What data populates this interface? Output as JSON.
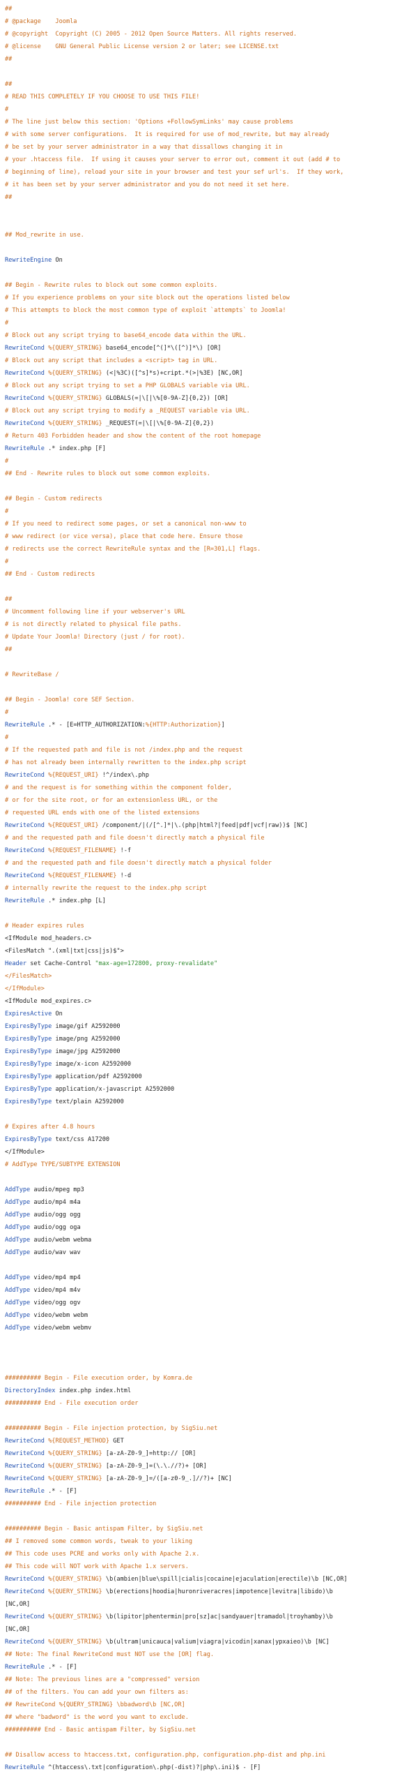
{
  "colors": {
    "comment": "#c96a1a",
    "keyword": "#1f4fb0",
    "string": "#2f8a2f",
    "text": "#222222",
    "background": "#ffffff"
  },
  "lines": [
    [
      {
        "t": "c",
        "v": "##"
      }
    ],
    [
      {
        "t": "c",
        "v": "# @package    Joomla"
      }
    ],
    [
      {
        "t": "c",
        "v": "# @copyright  Copyright (C) 2005 - 2012 Open Source Matters. All rights reserved."
      }
    ],
    [
      {
        "t": "c",
        "v": "# @license    GNU General Public License version 2 or later; see LICENSE.txt"
      }
    ],
    [
      {
        "t": "c",
        "v": "##"
      }
    ],
    [],
    [
      {
        "t": "c",
        "v": "##"
      }
    ],
    [
      {
        "t": "c",
        "v": "# READ THIS COMPLETELY IF YOU CHOOSE TO USE THIS FILE!"
      }
    ],
    [
      {
        "t": "c",
        "v": "#"
      }
    ],
    [
      {
        "t": "c",
        "v": "# The line just below this section: 'Options +FollowSymLinks' may cause problems"
      }
    ],
    [
      {
        "t": "c",
        "v": "# with some server configurations.  It is required for use of mod_rewrite, but may already"
      }
    ],
    [
      {
        "t": "c",
        "v": "# be set by your server administrator in a way that dissallows changing it in"
      }
    ],
    [
      {
        "t": "c",
        "v": "# your .htaccess file.  If using it causes your server to error out, comment it out (add # to"
      }
    ],
    [
      {
        "t": "c",
        "v": "# beginning of line), reload your site in your browser and test your sef url's.  If they work,"
      }
    ],
    [
      {
        "t": "c",
        "v": "# it has been set by your server administrator and you do not need it set here."
      }
    ],
    [
      {
        "t": "c",
        "v": "##"
      }
    ],
    [],
    [],
    [
      {
        "t": "c",
        "v": "## Mod_rewrite in use."
      }
    ],
    [],
    [
      {
        "t": "k",
        "v": "RewriteEngine"
      },
      {
        "t": "p",
        "v": " On"
      }
    ],
    [],
    [
      {
        "t": "c",
        "v": "## Begin - Rewrite rules to block out some common exploits."
      }
    ],
    [
      {
        "t": "c",
        "v": "# If you experience problems on your site block out the operations listed below"
      }
    ],
    [
      {
        "t": "c",
        "v": "# This attempts to block the most common type of exploit `attempts` to Joomla!"
      }
    ],
    [
      {
        "t": "c",
        "v": "#"
      }
    ],
    [
      {
        "t": "c",
        "v": "# Block out any script trying to base64_encode data within the URL."
      }
    ],
    [
      {
        "t": "k",
        "v": "RewriteCond"
      },
      {
        "t": "p",
        "v": " "
      },
      {
        "t": "c",
        "v": "%{QUERY_STRING}"
      },
      {
        "t": "p",
        "v": " base64_encode[^(]*\\([^)]*\\) [OR]"
      }
    ],
    [
      {
        "t": "c",
        "v": "# Block out any script that includes a <script> tag in URL."
      }
    ],
    [
      {
        "t": "k",
        "v": "RewriteCond"
      },
      {
        "t": "p",
        "v": " "
      },
      {
        "t": "c",
        "v": "%{QUERY_STRING}"
      },
      {
        "t": "p",
        "v": " (<|%3C)([^s]*s)+cript.*(>|%3E) [NC,OR]"
      }
    ],
    [
      {
        "t": "c",
        "v": "# Block out any script trying to set a PHP GLOBALS variable via URL."
      }
    ],
    [
      {
        "t": "k",
        "v": "RewriteCond"
      },
      {
        "t": "p",
        "v": " "
      },
      {
        "t": "c",
        "v": "%{QUERY_STRING}"
      },
      {
        "t": "p",
        "v": " GLOBALS(=|\\[|\\%[0-9A-Z]{0,2}) [OR]"
      }
    ],
    [
      {
        "t": "c",
        "v": "# Block out any script trying to modify a _REQUEST variable via URL."
      }
    ],
    [
      {
        "t": "k",
        "v": "RewriteCond"
      },
      {
        "t": "p",
        "v": " "
      },
      {
        "t": "c",
        "v": "%{QUERY_STRING}"
      },
      {
        "t": "p",
        "v": " _REQUEST(=|\\[|\\%[0-9A-Z]{0,2})"
      }
    ],
    [
      {
        "t": "c",
        "v": "# Return 403 Forbidden header and show the content of the root homepage"
      }
    ],
    [
      {
        "t": "k",
        "v": "RewriteRule"
      },
      {
        "t": "p",
        "v": " .* index.php [F]"
      }
    ],
    [
      {
        "t": "c",
        "v": "#"
      }
    ],
    [
      {
        "t": "c",
        "v": "## End - Rewrite rules to block out some common exploits."
      }
    ],
    [],
    [
      {
        "t": "c",
        "v": "## Begin - Custom redirects"
      }
    ],
    [
      {
        "t": "c",
        "v": "#"
      }
    ],
    [
      {
        "t": "c",
        "v": "# If you need to redirect some pages, or set a canonical non-www to"
      }
    ],
    [
      {
        "t": "c",
        "v": "# www redirect (or vice versa), place that code here. Ensure those"
      }
    ],
    [
      {
        "t": "c",
        "v": "# redirects use the correct RewriteRule syntax and the [R=301,L] flags."
      }
    ],
    [
      {
        "t": "c",
        "v": "#"
      }
    ],
    [
      {
        "t": "c",
        "v": "## End - Custom redirects"
      }
    ],
    [],
    [
      {
        "t": "c",
        "v": "##"
      }
    ],
    [
      {
        "t": "c",
        "v": "# Uncomment following line if your webserver's URL"
      }
    ],
    [
      {
        "t": "c",
        "v": "# is not directly related to physical file paths."
      }
    ],
    [
      {
        "t": "c",
        "v": "# Update Your Joomla! Directory (just / for root)."
      }
    ],
    [
      {
        "t": "c",
        "v": "##"
      }
    ],
    [],
    [
      {
        "t": "c",
        "v": "# RewriteBase /"
      }
    ],
    [],
    [
      {
        "t": "c",
        "v": "## Begin - Joomla! core SEF Section."
      }
    ],
    [
      {
        "t": "c",
        "v": "#"
      }
    ],
    [
      {
        "t": "k",
        "v": "RewriteRule"
      },
      {
        "t": "p",
        "v": " .* - [E=HTTP_AUTHORIZATION:"
      },
      {
        "t": "c",
        "v": "%{HTTP:Authorization}"
      },
      {
        "t": "p",
        "v": "]"
      }
    ],
    [
      {
        "t": "c",
        "v": "#"
      }
    ],
    [
      {
        "t": "c",
        "v": "# If the requested path and file is not /index.php and the request"
      }
    ],
    [
      {
        "t": "c",
        "v": "# has not already been internally rewritten to the index.php script"
      }
    ],
    [
      {
        "t": "k",
        "v": "RewriteCond"
      },
      {
        "t": "p",
        "v": " "
      },
      {
        "t": "c",
        "v": "%{REQUEST_URI}"
      },
      {
        "t": "p",
        "v": " !^/index\\.php"
      }
    ],
    [
      {
        "t": "c",
        "v": "# and the request is for something within the component folder,"
      }
    ],
    [
      {
        "t": "c",
        "v": "# or for the site root, or for an extensionless URL, or the"
      }
    ],
    [
      {
        "t": "c",
        "v": "# requested URL ends with one of the listed extensions"
      }
    ],
    [
      {
        "t": "k",
        "v": "RewriteCond"
      },
      {
        "t": "p",
        "v": " "
      },
      {
        "t": "c",
        "v": "%{REQUEST_URI}"
      },
      {
        "t": "p",
        "v": " /component/|(/[^.]*|\\.(php|html?|feed|pdf|vcf|raw))$ [NC]"
      }
    ],
    [
      {
        "t": "c",
        "v": "# and the requested path and file doesn't directly match a physical file"
      }
    ],
    [
      {
        "t": "k",
        "v": "RewriteCond"
      },
      {
        "t": "p",
        "v": " "
      },
      {
        "t": "c",
        "v": "%{REQUEST_FILENAME}"
      },
      {
        "t": "p",
        "v": " !-f"
      }
    ],
    [
      {
        "t": "c",
        "v": "# and the requested path and file doesn't directly match a physical folder"
      }
    ],
    [
      {
        "t": "k",
        "v": "RewriteCond"
      },
      {
        "t": "p",
        "v": " "
      },
      {
        "t": "c",
        "v": "%{REQUEST_FILENAME}"
      },
      {
        "t": "p",
        "v": " !-d"
      }
    ],
    [
      {
        "t": "c",
        "v": "# internally rewrite the request to the index.php script"
      }
    ],
    [
      {
        "t": "k",
        "v": "RewriteRule"
      },
      {
        "t": "p",
        "v": " .* index.php [L]"
      }
    ],
    [],
    [
      {
        "t": "c",
        "v": "# Header expires rules"
      }
    ],
    [
      {
        "t": "p",
        "v": "<IfModule mod_headers.c>"
      }
    ],
    [
      {
        "t": "p",
        "v": "<FilesMatch \".(xml|txt|css|js)$\">"
      }
    ],
    [
      {
        "t": "k",
        "v": "Header"
      },
      {
        "t": "p",
        "v": " set Cache-Control "
      },
      {
        "t": "g",
        "v": "\"max-age=172800, proxy-revalidate\""
      }
    ],
    [
      {
        "t": "c",
        "v": "</FilesMatch>"
      }
    ],
    [
      {
        "t": "c",
        "v": "</IfModule>"
      }
    ],
    [
      {
        "t": "p",
        "v": "<IfModule mod_expires.c>"
      }
    ],
    [
      {
        "t": "k",
        "v": "ExpiresActive"
      },
      {
        "t": "p",
        "v": " On"
      }
    ],
    [
      {
        "t": "k",
        "v": "ExpiresByType"
      },
      {
        "t": "p",
        "v": " image/gif A2592000"
      }
    ],
    [
      {
        "t": "k",
        "v": "ExpiresByType"
      },
      {
        "t": "p",
        "v": " image/png A2592000"
      }
    ],
    [
      {
        "t": "k",
        "v": "ExpiresByType"
      },
      {
        "t": "p",
        "v": " image/jpg A2592000"
      }
    ],
    [
      {
        "t": "k",
        "v": "ExpiresByType"
      },
      {
        "t": "p",
        "v": " image/x-icon A2592000"
      }
    ],
    [
      {
        "t": "k",
        "v": "ExpiresByType"
      },
      {
        "t": "p",
        "v": " application/pdf A2592000"
      }
    ],
    [
      {
        "t": "k",
        "v": "ExpiresByType"
      },
      {
        "t": "p",
        "v": " application/x-javascript A2592000"
      }
    ],
    [
      {
        "t": "k",
        "v": "ExpiresByType"
      },
      {
        "t": "p",
        "v": " text/plain A2592000"
      }
    ],
    [],
    [
      {
        "t": "c",
        "v": "# Expires after 4.8 hours"
      }
    ],
    [
      {
        "t": "k",
        "v": "ExpiresByType"
      },
      {
        "t": "p",
        "v": " text/css A17200"
      }
    ],
    [
      {
        "t": "p",
        "v": "</IfModule>"
      }
    ],
    [
      {
        "t": "c",
        "v": "# AddType TYPE/SUBTYPE EXTENSION"
      }
    ],
    [],
    [
      {
        "t": "k",
        "v": "AddType"
      },
      {
        "t": "p",
        "v": " audio/mpeg mp3"
      }
    ],
    [
      {
        "t": "k",
        "v": "AddType"
      },
      {
        "t": "p",
        "v": " audio/mp4 m4a"
      }
    ],
    [
      {
        "t": "k",
        "v": "AddType"
      },
      {
        "t": "p",
        "v": " audio/ogg ogg"
      }
    ],
    [
      {
        "t": "k",
        "v": "AddType"
      },
      {
        "t": "p",
        "v": " audio/ogg oga"
      }
    ],
    [
      {
        "t": "k",
        "v": "AddType"
      },
      {
        "t": "p",
        "v": " audio/webm webma"
      }
    ],
    [
      {
        "t": "k",
        "v": "AddType"
      },
      {
        "t": "p",
        "v": " audio/wav wav"
      }
    ],
    [],
    [
      {
        "t": "k",
        "v": "AddType"
      },
      {
        "t": "p",
        "v": " video/mp4 mp4"
      }
    ],
    [
      {
        "t": "k",
        "v": "AddType"
      },
      {
        "t": "p",
        "v": " video/mp4 m4v"
      }
    ],
    [
      {
        "t": "k",
        "v": "AddType"
      },
      {
        "t": "p",
        "v": " video/ogg ogv"
      }
    ],
    [
      {
        "t": "k",
        "v": "AddType"
      },
      {
        "t": "p",
        "v": " video/webm webm"
      }
    ],
    [
      {
        "t": "k",
        "v": "AddType"
      },
      {
        "t": "p",
        "v": " video/webm webmv"
      }
    ],
    [],
    [],
    [],
    [
      {
        "t": "c",
        "v": "########## Begin - File execution order, by Komra.de"
      }
    ],
    [
      {
        "t": "k",
        "v": "DirectoryIndex"
      },
      {
        "t": "p",
        "v": " index.php index.html"
      }
    ],
    [
      {
        "t": "c",
        "v": "########## End - File execution order"
      }
    ],
    [],
    [
      {
        "t": "c",
        "v": "########## Begin - File injection protection, by SigSiu.net"
      }
    ],
    [
      {
        "t": "k",
        "v": "RewriteCond"
      },
      {
        "t": "p",
        "v": " "
      },
      {
        "t": "c",
        "v": "%{REQUEST_METHOD}"
      },
      {
        "t": "p",
        "v": " GET"
      }
    ],
    [
      {
        "t": "k",
        "v": "RewriteCond"
      },
      {
        "t": "p",
        "v": " "
      },
      {
        "t": "c",
        "v": "%{QUERY_STRING}"
      },
      {
        "t": "p",
        "v": " [a-zA-Z0-9_]=http:// [OR]"
      }
    ],
    [
      {
        "t": "k",
        "v": "RewriteCond"
      },
      {
        "t": "p",
        "v": " "
      },
      {
        "t": "c",
        "v": "%{QUERY_STRING}"
      },
      {
        "t": "p",
        "v": " [a-zA-Z0-9_]=(\\.\\.//?)+ [OR]"
      }
    ],
    [
      {
        "t": "k",
        "v": "RewriteCond"
      },
      {
        "t": "p",
        "v": " "
      },
      {
        "t": "c",
        "v": "%{QUERY_STRING}"
      },
      {
        "t": "p",
        "v": " [a-zA-Z0-9_]=/([a-z0-9_.]//?)+ [NC]"
      }
    ],
    [
      {
        "t": "k",
        "v": "RewriteRule"
      },
      {
        "t": "p",
        "v": " .* - [F]"
      }
    ],
    [
      {
        "t": "c",
        "v": "########## End - File injection protection"
      }
    ],
    [],
    [
      {
        "t": "c",
        "v": "########## Begin - Basic antispam Filter, by SigSiu.net"
      }
    ],
    [
      {
        "t": "c",
        "v": "## I removed some common words, tweak to your liking"
      }
    ],
    [
      {
        "t": "c",
        "v": "## This code uses PCRE and works only with Apache 2.x."
      }
    ],
    [
      {
        "t": "c",
        "v": "## This code will NOT work with Apache 1.x servers."
      }
    ],
    [
      {
        "t": "k",
        "v": "RewriteCond"
      },
      {
        "t": "p",
        "v": " "
      },
      {
        "t": "c",
        "v": "%{QUERY_STRING}"
      },
      {
        "t": "p",
        "v": " \\b(ambien|blue\\spill|cialis|cocaine|ejaculation|erectile)\\b [NC,OR]"
      }
    ],
    [
      {
        "t": "k",
        "v": "RewriteCond"
      },
      {
        "t": "p",
        "v": " "
      },
      {
        "t": "c",
        "v": "%{QUERY_STRING}"
      },
      {
        "t": "p",
        "v": " \\b(erections|hoodia|huronriveracres|impotence|levitra|libido)\\b"
      }
    ],
    [
      {
        "t": "p",
        "v": "[NC,OR]"
      }
    ],
    [
      {
        "t": "k",
        "v": "RewriteCond"
      },
      {
        "t": "p",
        "v": " "
      },
      {
        "t": "c",
        "v": "%{QUERY_STRING}"
      },
      {
        "t": "p",
        "v": " \\b(lipitor|phentermin|pro[sz]ac|sandyauer|tramadol|troyhamby)\\b"
      }
    ],
    [
      {
        "t": "p",
        "v": "[NC,OR]"
      }
    ],
    [
      {
        "t": "k",
        "v": "RewriteCond"
      },
      {
        "t": "p",
        "v": " "
      },
      {
        "t": "c",
        "v": "%{QUERY_STRING}"
      },
      {
        "t": "p",
        "v": " \\b(ultram|unicauca|valium|viagra|vicodin|xanax|ypxaieo)\\b [NC]"
      }
    ],
    [
      {
        "t": "c",
        "v": "## Note: The final RewriteCond must NOT use the [OR] flag."
      }
    ],
    [
      {
        "t": "k",
        "v": "RewriteRule"
      },
      {
        "t": "p",
        "v": " .* - [F]"
      }
    ],
    [
      {
        "t": "c",
        "v": "## Note: The previous lines are a \"compressed\" version"
      }
    ],
    [
      {
        "t": "c",
        "v": "## of the filters. You can add your own filters as:"
      }
    ],
    [
      {
        "t": "c",
        "v": "## RewriteCond %{QUERY_STRING} \\bbadword\\b [NC,OR]"
      }
    ],
    [
      {
        "t": "c",
        "v": "## where \"badword\" is the word you want to exclude."
      }
    ],
    [
      {
        "t": "c",
        "v": "########## End - Basic antispam Filter, by SigSiu.net"
      }
    ],
    [],
    [
      {
        "t": "c",
        "v": "## Disallow access to htaccess.txt, configuration.php, configuration.php-dist and php.ini"
      }
    ],
    [
      {
        "t": "k",
        "v": "RewriteRule"
      },
      {
        "t": "p",
        "v": " ^(htaccess\\.txt|configuration\\.php(-dist)?|php\\.ini)$ - [F]"
      }
    ]
  ]
}
